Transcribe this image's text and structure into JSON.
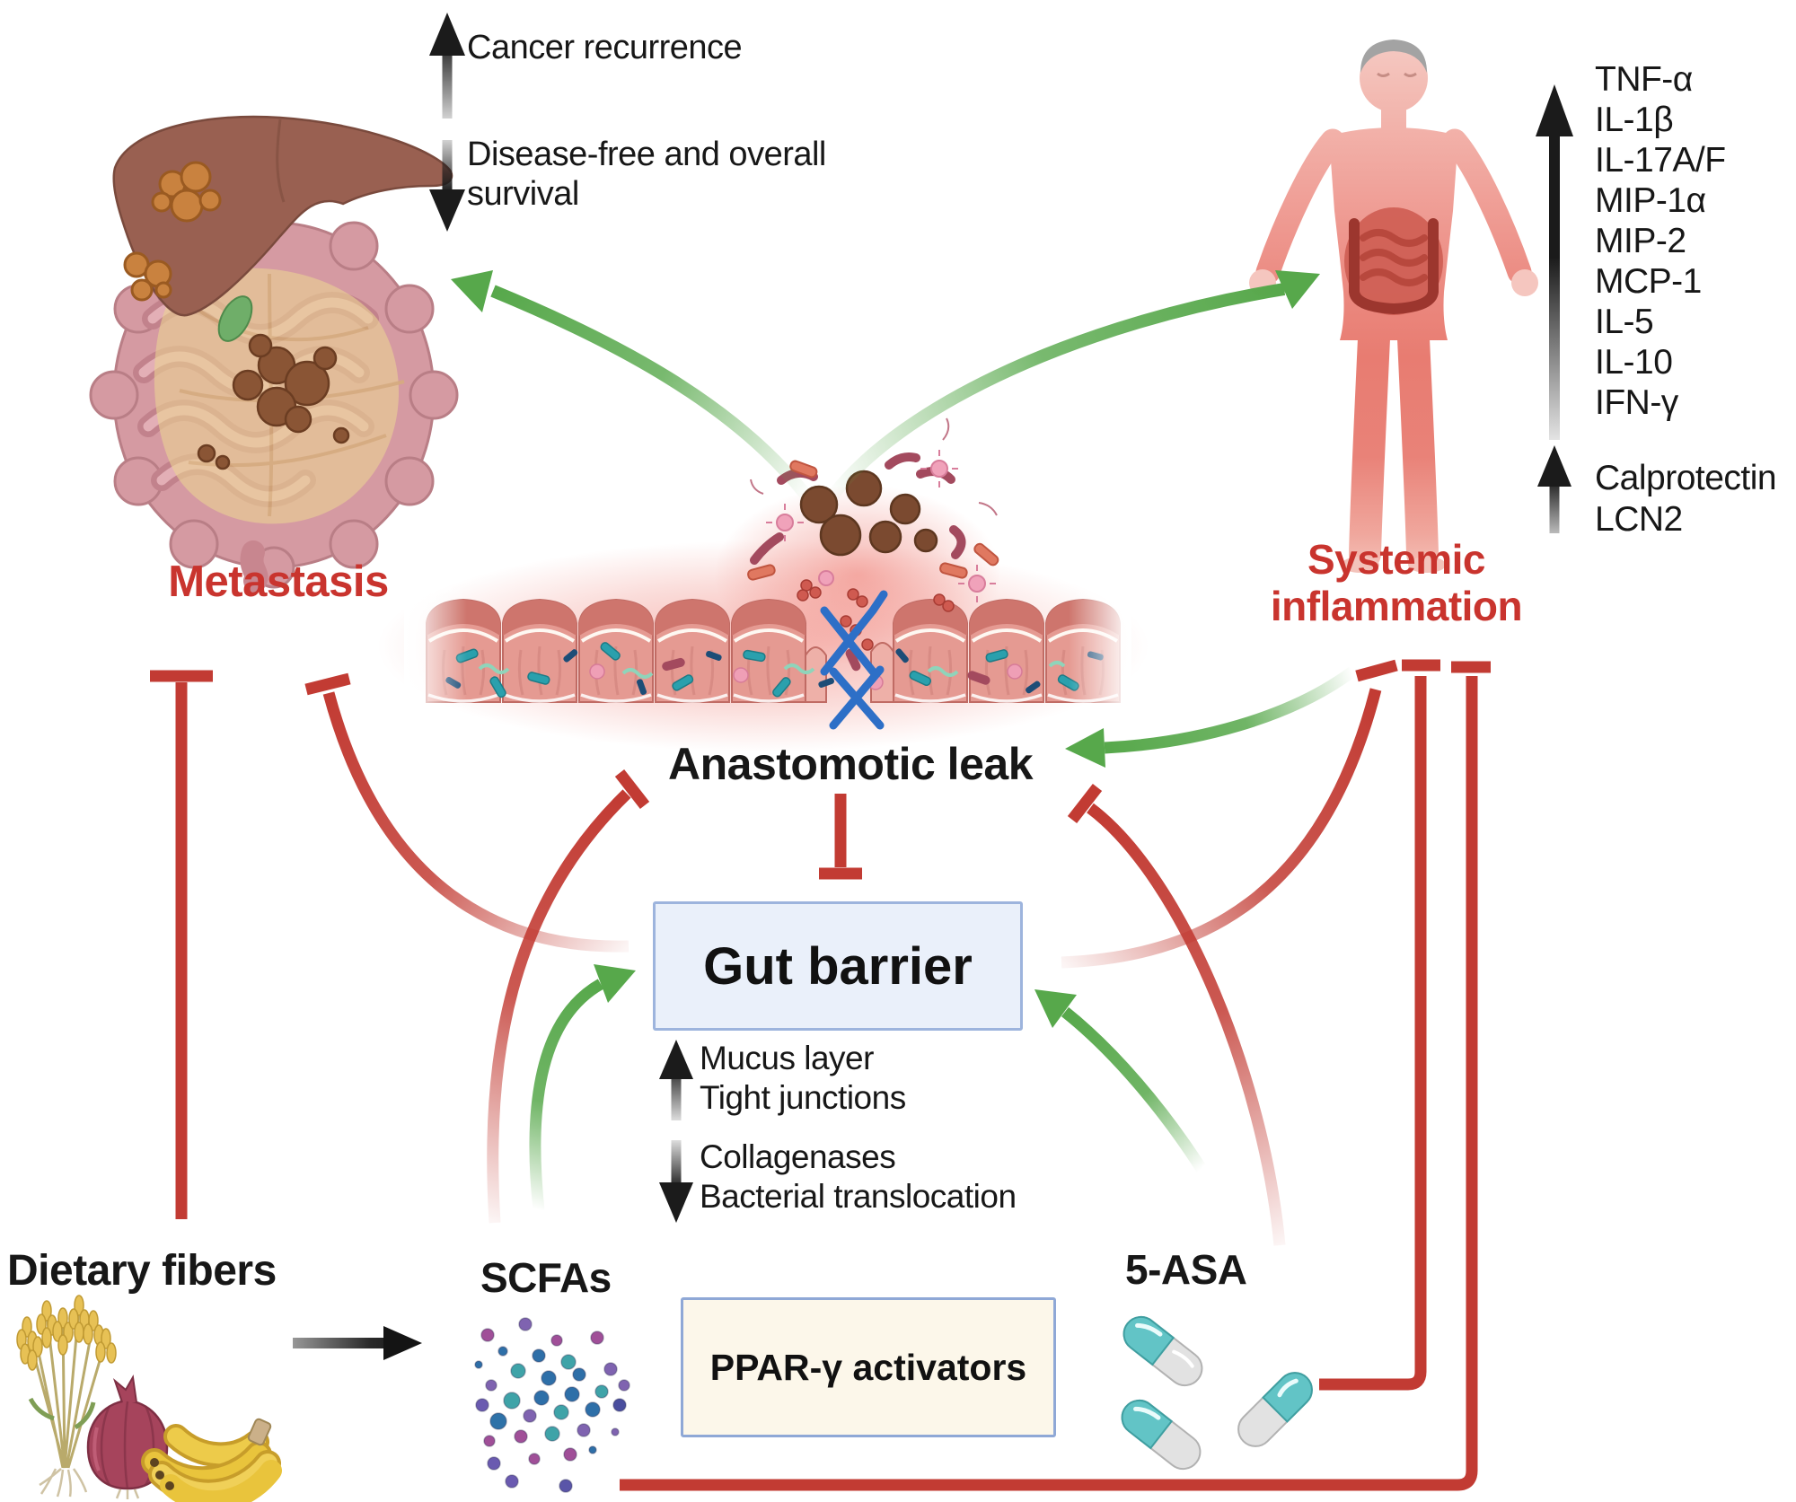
{
  "d": {
    "cancer_recurrence": "Cancer recurrence",
    "disease_free_survival": "Disease-free and overall survival",
    "metastasis": "Metastasis",
    "systemic_inflammation": "Systemic inflammation",
    "anastomotic_leak": "Anastomotic leak",
    "gut_barrier": "Gut barrier",
    "mucus_layer": "Mucus layer",
    "tight_junctions": "Tight junctions",
    "collagenases": "Collagenases",
    "bacterial_translocation": "Bacterial translocation",
    "dietary_fibers": "Dietary fibers",
    "scfas": "SCFAs",
    "ppar_activators": "PPAR-γ activators",
    "five_asa": "5-ASA",
    "cytokines": [
      "TNF-α",
      "IL-1β",
      "IL-17A/F",
      "MIP-1α",
      "MIP-2",
      "MCP-1",
      "IL-5",
      "IL-10",
      "IFN-γ"
    ],
    "markers": [
      "Calprotectin",
      "LCN2"
    ],
    "colors": {
      "inhibition_red": "#c23b33",
      "promotion_green": "#57a84b",
      "label_red": "#c9342e",
      "text_black": "#171717",
      "gut_barrier_box_fill": "#eaf0fa",
      "gut_barrier_box_border": "#9db4dd",
      "ppar_box_fill": "#fcf7ea",
      "ppar_box_border": "#8fa8d6"
    }
  }
}
